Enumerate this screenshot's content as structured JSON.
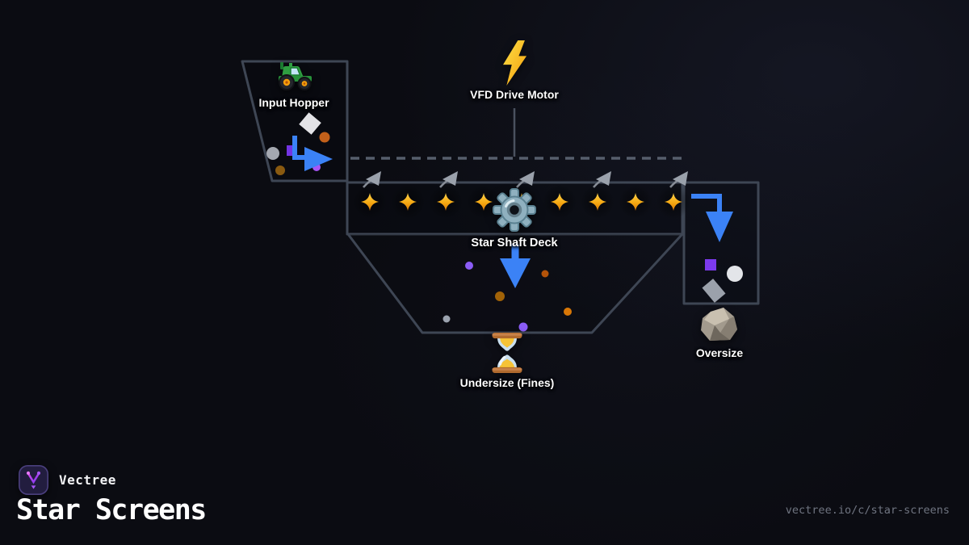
{
  "diagram": {
    "nodes": {
      "input_hopper": {
        "label": "Input Hopper",
        "icon": "tractor-icon"
      },
      "vfd_motor": {
        "label": "VFD Drive Motor",
        "icon": "lightning-bolt-icon"
      },
      "star_deck": {
        "label": "Star Shaft Deck",
        "icon": "gear-icon",
        "star_count": 9,
        "rotation_arrow_count": 5
      },
      "undersize": {
        "label": "Undersize (Fines)",
        "icon": "hourglass-icon"
      },
      "oversize": {
        "label": "Oversize",
        "icon": "rock-icon"
      }
    },
    "colors": {
      "background": "#0c0d14",
      "outline": "#3e4654",
      "dashed_drive_line": "#565e6c",
      "flow_arrow_blue": "#3b82f6",
      "star_gold": "#f59e0b",
      "gear_steel": "#8fb0bf",
      "label_text": "#ffffff",
      "particle_purple": "#8b5cf6",
      "particle_orange": "#c2601a",
      "particle_gray": "#a4a8b0"
    }
  },
  "footer": {
    "brand": "Vectree",
    "title": "Star Screens",
    "url": "vectree.io/c/star-screens"
  }
}
